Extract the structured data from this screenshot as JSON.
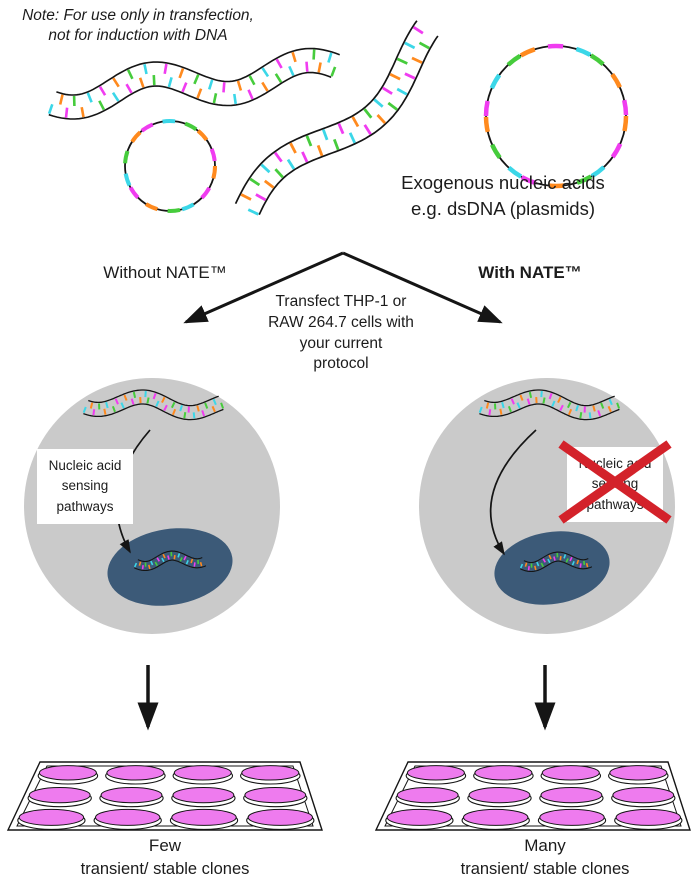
{
  "note": {
    "line1": "Note: For use only in transfection,",
    "line2": "not for induction with DNA"
  },
  "exogenous_label": {
    "line1": "Exogenous nucleic acids",
    "line2": "e.g. dsDNA  (plasmids)"
  },
  "branches": {
    "without_label": "Without NATE™",
    "with_label": "With NATE™",
    "instruction": {
      "line1": "Transfect  THP-1 or",
      "line2": "RAW 264.7 cells with",
      "line3": "your current",
      "line4": "protocol"
    }
  },
  "cells": {
    "left": {
      "pathway_box": {
        "line1": "Nucleic acid",
        "line2": "sensing",
        "line3": "pathways"
      },
      "pathway_blocked": false
    },
    "right": {
      "pathway_box": {
        "line1": "Nucleic acid",
        "line2": "sensing",
        "line3": "pathways"
      },
      "pathway_blocked": true
    }
  },
  "outcomes": {
    "left": {
      "quantity": "Few",
      "description": "transient/ stable clones"
    },
    "right": {
      "quantity": "Many",
      "description": "transient/ stable clones"
    }
  },
  "colors": {
    "dna_palette": [
      "#3bd7e8",
      "#f03cf0",
      "#ff8a1e",
      "#46cc3c"
    ],
    "cell_gray": "#cacaca",
    "nucleus_blue": "#3c5a78",
    "dish_pink": "#ee7bee",
    "cross_red": "#d3222a",
    "line_black": "#151515"
  }
}
